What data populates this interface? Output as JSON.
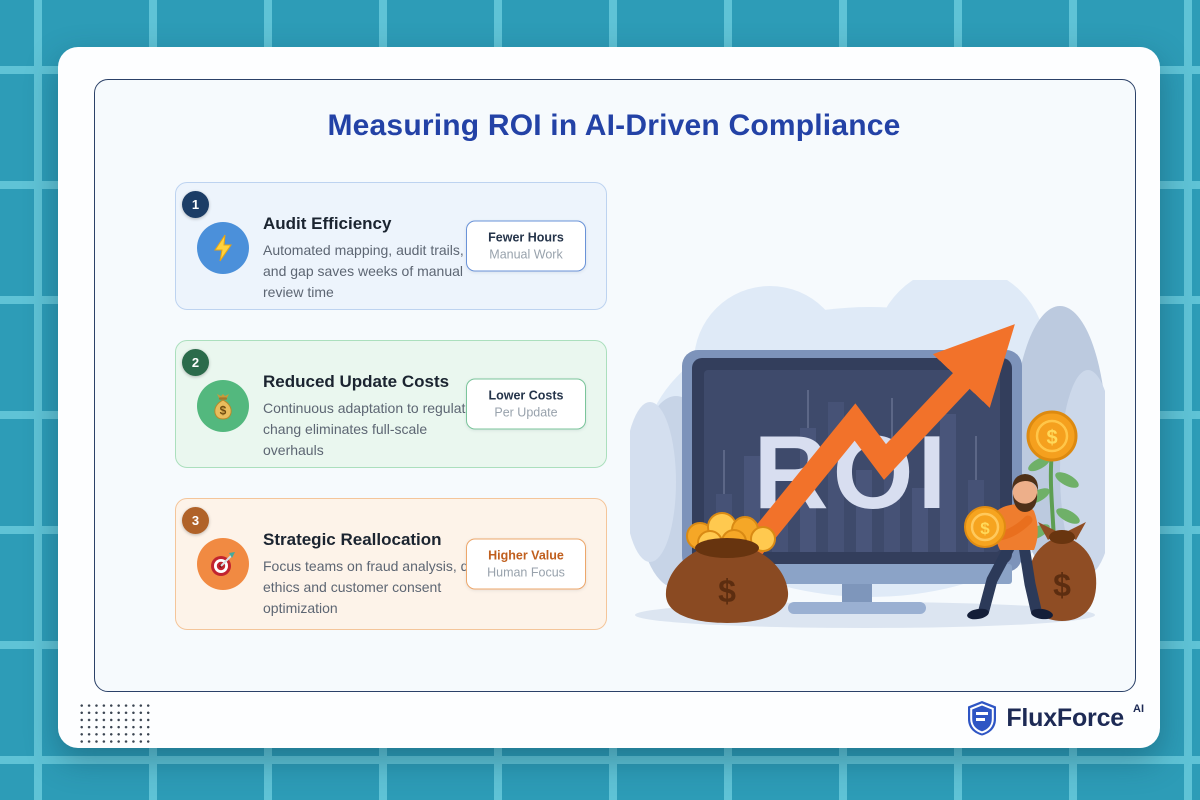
{
  "title": "Measuring ROI in AI-Driven Compliance",
  "cards": [
    {
      "number": "1",
      "icon": "lightning-bolt",
      "title": "Audit Efficiency",
      "description": "Automated mapping, audit trails, and gap saves weeks of manual review time",
      "badge": {
        "primary": "Fewer Hours",
        "secondary": "Manual Work"
      },
      "colors": {
        "card_bg": "#edf4fc",
        "card_border": "#bdd3f0",
        "number_bg": "#1c3d66",
        "icon_bg": "#4b90da",
        "badge_border": "#6a93d8",
        "badge_primary": "#25344a"
      }
    },
    {
      "number": "2",
      "icon": "money-bag",
      "title": "Reduced Update Costs",
      "description": "Continuous adaptation to regulatory chang eliminates full-scale overhauls",
      "badge": {
        "primary": "Lower Costs",
        "secondary": "Per Update"
      },
      "colors": {
        "card_bg": "#eaf7ef",
        "card_border": "#abdfbd",
        "number_bg": "#2b6b4b",
        "icon_bg": "#53b87e",
        "badge_border": "#7bc59b",
        "badge_primary": "#25344a"
      }
    },
    {
      "number": "3",
      "icon": "target-dart",
      "title": "Strategic Reallocation",
      "description": "Focus teams on fraud analysis, data ethics and customer consent optimization",
      "badge": {
        "primary": "Higher Value",
        "secondary": "Human Focus"
      },
      "colors": {
        "card_bg": "#fdf3e9",
        "card_border": "#f4c59a",
        "number_bg": "#b06228",
        "icon_bg": "#f18a42",
        "badge_border": "#eda76b",
        "badge_primary": "#c05f1e"
      }
    }
  ],
  "illustration": {
    "roi_label": "ROI",
    "dollar_sign": "$"
  },
  "footer": {
    "brand": "FluxForce",
    "brand_superscript": "AI"
  },
  "theme": {
    "background": "#2d9cb7",
    "grid_line": "#5fc3d6",
    "panel_bg": "#ffffff",
    "inner_bg": "#f6fafd",
    "inner_border": "#2b4168",
    "title_color": "#2342a6",
    "brand_color": "#1d2a55"
  }
}
